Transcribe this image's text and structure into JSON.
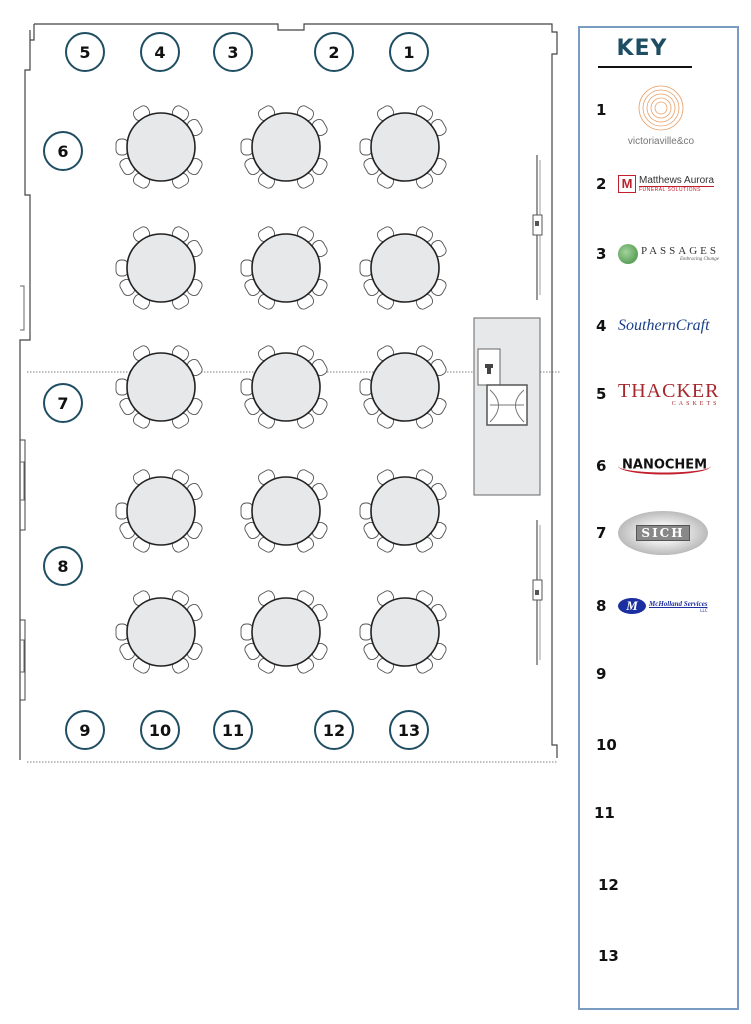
{
  "colors": {
    "booth_ring": "#1f4e63",
    "key_border": "#7a9cc2",
    "table_fill": "#e6e8ea",
    "wall": "#444444"
  },
  "booths": [
    {
      "number": "1"
    },
    {
      "number": "2"
    },
    {
      "number": "3"
    },
    {
      "number": "4"
    },
    {
      "number": "5"
    },
    {
      "number": "6"
    },
    {
      "number": "7"
    },
    {
      "number": "8"
    },
    {
      "number": "9"
    },
    {
      "number": "10"
    },
    {
      "number": "11"
    },
    {
      "number": "12"
    },
    {
      "number": "13"
    }
  ],
  "tables": {
    "rows": 5,
    "columns": 3,
    "chairs_per_table": 8
  },
  "key": {
    "title": "KEY",
    "entries": [
      {
        "number": "1",
        "logo": "victoriaville-logo",
        "text": "victoriaville&co"
      },
      {
        "number": "2",
        "logo": "matthews-aurora-logo",
        "text": "Matthews Aurora",
        "subtext": "FUNERAL SOLUTIONS",
        "mark": "M"
      },
      {
        "number": "3",
        "logo": "passages-logo",
        "text": "PASSAGES",
        "subtext": "Embracing Change"
      },
      {
        "number": "4",
        "logo": "southerncraft-logo",
        "text": "SouthernCraft"
      },
      {
        "number": "5",
        "logo": "thacker-logo",
        "text": "THACKER",
        "subtext": "CASKETS"
      },
      {
        "number": "6",
        "logo": "nanochem-logo",
        "text": "NANOCHEM"
      },
      {
        "number": "7",
        "logo": "sich-logo",
        "text": "SICH"
      },
      {
        "number": "8",
        "logo": "mcholland-logo",
        "text": "McHolland Services",
        "subtext": "LLC",
        "mark": "M"
      },
      {
        "number": "9"
      },
      {
        "number": "10"
      },
      {
        "number": "11"
      },
      {
        "number": "12"
      },
      {
        "number": "13"
      }
    ]
  }
}
